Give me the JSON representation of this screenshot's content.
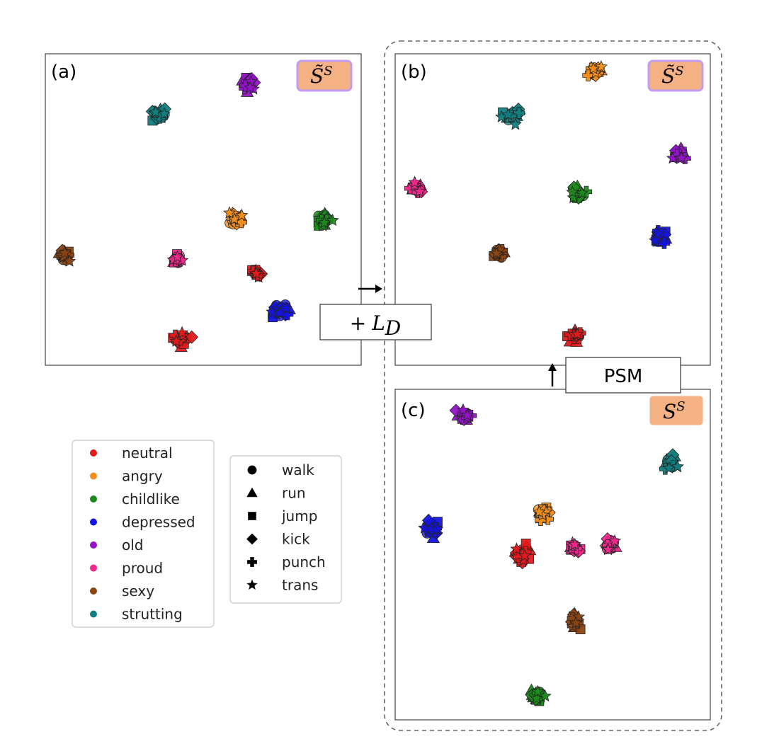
{
  "figure": {
    "panel_labels": [
      "(a)",
      "(b)",
      "(c)"
    ],
    "badges": [
      {
        "panel": "a",
        "base": "S̃",
        "sup": "S",
        "fill": "#f4b183",
        "stroke": "#c39bf0"
      },
      {
        "panel": "b",
        "base": "S̃",
        "sup": "S",
        "fill": "#f4b183",
        "stroke": "#c39bf0"
      },
      {
        "panel": "c",
        "base": "S",
        "sup": "S",
        "fill": "#f4b183",
        "stroke": "#f4b183"
      }
    ],
    "loss_box": {
      "plus": "+",
      "main": "L",
      "sub": "D"
    },
    "psm_box": {
      "label": "PSM"
    }
  },
  "chart_data": {
    "type": "scatter",
    "styles": [
      {
        "name": "neutral",
        "color": "#e31a1c"
      },
      {
        "name": "angry",
        "color": "#f28e1c"
      },
      {
        "name": "childlike",
        "color": "#1e8a1e"
      },
      {
        "name": "depressed",
        "color": "#1414e0"
      },
      {
        "name": "old",
        "color": "#9414c8"
      },
      {
        "name": "proud",
        "color": "#f0288c"
      },
      {
        "name": "sexy",
        "color": "#8b4513"
      },
      {
        "name": "strutting",
        "color": "#128080"
      }
    ],
    "actions": [
      {
        "name": "walk",
        "marker": "circle"
      },
      {
        "name": "run",
        "marker": "triangle"
      },
      {
        "name": "jump",
        "marker": "square"
      },
      {
        "name": "kick",
        "marker": "diamond"
      },
      {
        "name": "punch",
        "marker": "plus"
      },
      {
        "name": "trans",
        "marker": "star"
      }
    ],
    "panels": [
      {
        "label": "(a)",
        "clusters": [
          {
            "style": "old",
            "x": 0.64,
            "y": 0.9,
            "spread": 0.03
          },
          {
            "style": "strutting",
            "x": 0.36,
            "y": 0.8,
            "spread": 0.035
          },
          {
            "style": "angry",
            "x": 0.6,
            "y": 0.47,
            "spread": 0.03
          },
          {
            "style": "childlike",
            "x": 0.88,
            "y": 0.47,
            "spread": 0.03
          },
          {
            "style": "sexy",
            "x": 0.06,
            "y": 0.35,
            "spread": 0.025
          },
          {
            "style": "proud",
            "x": 0.42,
            "y": 0.34,
            "spread": 0.025
          },
          {
            "style": "neutral",
            "x": 0.67,
            "y": 0.3,
            "spread": 0.02
          },
          {
            "style": "depressed",
            "x": 0.74,
            "y": 0.18,
            "spread": 0.035
          },
          {
            "style": "neutral",
            "x": 0.43,
            "y": 0.08,
            "spread": 0.035
          }
        ]
      },
      {
        "label": "(b)",
        "clusters": [
          {
            "style": "angry",
            "x": 0.63,
            "y": 0.94,
            "spread": 0.03
          },
          {
            "style": "strutting",
            "x": 0.37,
            "y": 0.8,
            "spread": 0.035
          },
          {
            "style": "old",
            "x": 0.9,
            "y": 0.68,
            "spread": 0.03
          },
          {
            "style": "proud",
            "x": 0.07,
            "y": 0.57,
            "spread": 0.025
          },
          {
            "style": "childlike",
            "x": 0.58,
            "y": 0.55,
            "spread": 0.03
          },
          {
            "style": "depressed",
            "x": 0.84,
            "y": 0.41,
            "spread": 0.03
          },
          {
            "style": "sexy",
            "x": 0.33,
            "y": 0.36,
            "spread": 0.025
          },
          {
            "style": "neutral",
            "x": 0.57,
            "y": 0.09,
            "spread": 0.03
          }
        ]
      },
      {
        "label": "(c)",
        "clusters": [
          {
            "style": "old",
            "x": 0.22,
            "y": 0.92,
            "spread": 0.03
          },
          {
            "style": "strutting",
            "x": 0.87,
            "y": 0.78,
            "spread": 0.035
          },
          {
            "style": "angry",
            "x": 0.47,
            "y": 0.62,
            "spread": 0.035
          },
          {
            "style": "depressed",
            "x": 0.11,
            "y": 0.58,
            "spread": 0.035
          },
          {
            "style": "proud",
            "x": 0.57,
            "y": 0.52,
            "spread": 0.02
          },
          {
            "style": "proud",
            "x": 0.68,
            "y": 0.53,
            "spread": 0.025
          },
          {
            "style": "neutral",
            "x": 0.4,
            "y": 0.5,
            "spread": 0.035
          },
          {
            "style": "sexy",
            "x": 0.57,
            "y": 0.3,
            "spread": 0.03
          },
          {
            "style": "childlike",
            "x": 0.45,
            "y": 0.07,
            "spread": 0.03
          }
        ]
      }
    ]
  }
}
